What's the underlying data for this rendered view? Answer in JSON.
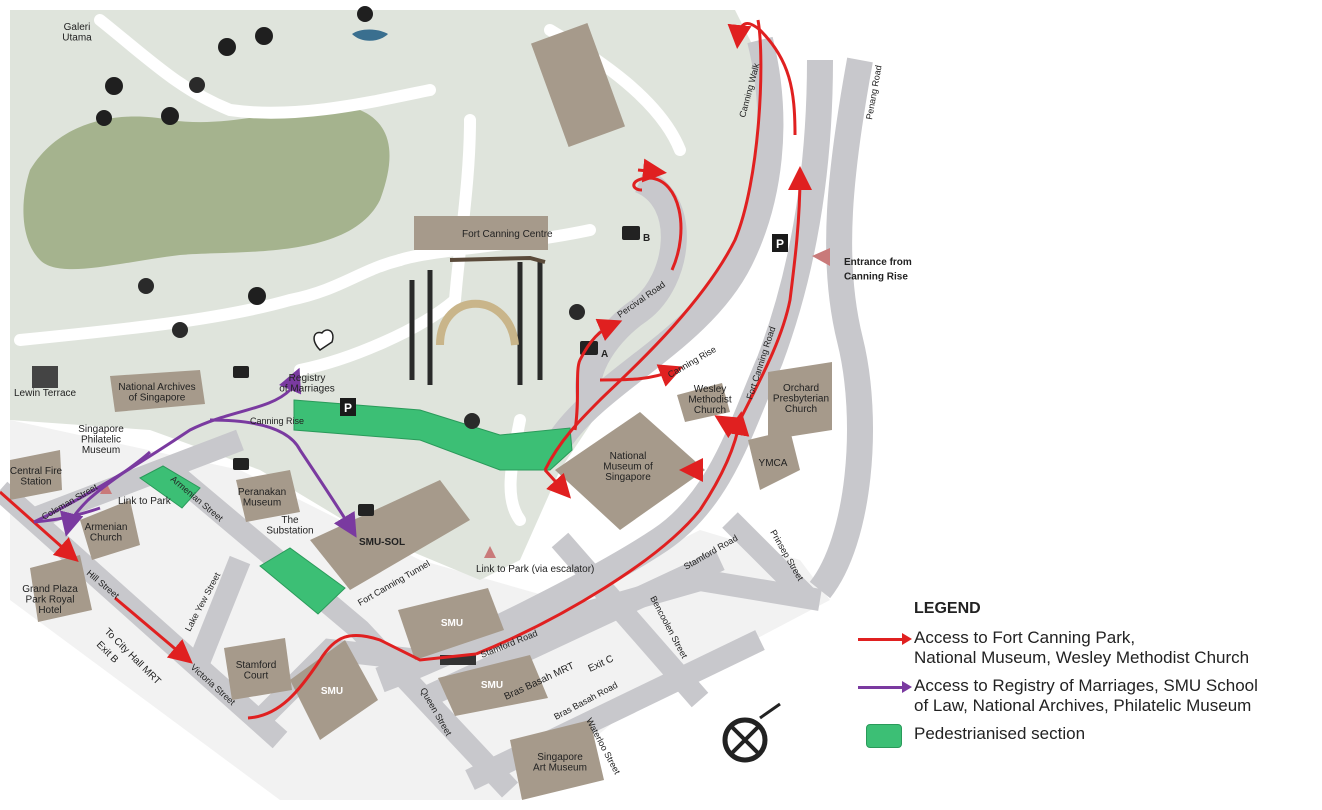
{
  "map": {
    "labels": {
      "fort_canning_centre": "Fort Canning Centre",
      "entrance": "Entrance from\nCanning Rise",
      "registry": "Registry\nof Marriages",
      "national_archives": "National Archives\nof Singapore",
      "lewin_terrace": "Lewin Terrace",
      "philatelic": "Singapore\nPhilatelic\nMuseum",
      "central_fire": "Central Fire\nStation",
      "armenian_church": "Armenian\nChurch",
      "grand_plaza": "Grand Plaza\nPark Royal\nHotel",
      "peranakan": "Peranakan\nMuseum",
      "substation": "The\nSubstation",
      "stamford_court": "Stamford\nCourt",
      "national_museum": "National\nMuseum of\nSingapore",
      "wesley": "Wesley\nMethodist\nChurch",
      "orchard_presbyterian": "Orchard\nPresbyterian\nChurch",
      "ymca": "YMCA",
      "smu_sol": "SMU-SOL",
      "smu": "SMU",
      "sam": "Singapore\nArt Museum",
      "galeri": "Galeri\nUtama",
      "link_park": "Link to Park",
      "link_park_escalator": "Link to Park (via escalator)",
      "to_city_hall": "To City Hall MRT",
      "exit_b": "Exit B",
      "bras_basah_mrt": "Bras Basah MRT",
      "exit_c": "Exit C",
      "carpark_a": "A",
      "carpark_b": "B"
    },
    "roads": {
      "canning_walk": "Canning Walk",
      "penang_road": "Penang Road",
      "percival_road": "Percival Road",
      "canning_rise": "Canning Rise",
      "fort_canning_road": "Fort Canning Road",
      "stamford_road": "Stamford Road",
      "prinsep_street": "Prinsep Street",
      "bencoolen_street": "Bencoolen Street",
      "hill_street": "Hill Street",
      "victoria_street": "Victoria Street",
      "armenian_street": "Armenian Street",
      "coleman_street": "Coleman Street",
      "lake_yew_street": "Lake Yew Street",
      "fort_canning_tunnel": "Fort Canning Tunnel",
      "queen_street": "Queen Street",
      "bras_basah_road": "Bras Basah Road",
      "waterloo_street": "Waterloo Street"
    }
  },
  "legend": {
    "title": "LEGEND",
    "items": [
      {
        "text": "Access to Fort Canning Park,\nNational Museum, Wesley Methodist Church",
        "color": "#e02020",
        "kind": "arrow"
      },
      {
        "text": "Access to Registry of Marriages, SMU School\nof Law, National Archives, Philatelic Museum",
        "color": "#7a3aa0",
        "kind": "arrow"
      },
      {
        "text": "Pedestrianised section",
        "color": "#3cbf75",
        "kind": "box"
      }
    ]
  },
  "colors": {
    "park": "#dfe4dc",
    "lawn": "#a5b38e",
    "road": "#c8c8cc",
    "building": "#a69a8b",
    "access_red": "#e02020",
    "access_purple": "#7a3aa0",
    "pedestrian": "#3cbf75"
  }
}
